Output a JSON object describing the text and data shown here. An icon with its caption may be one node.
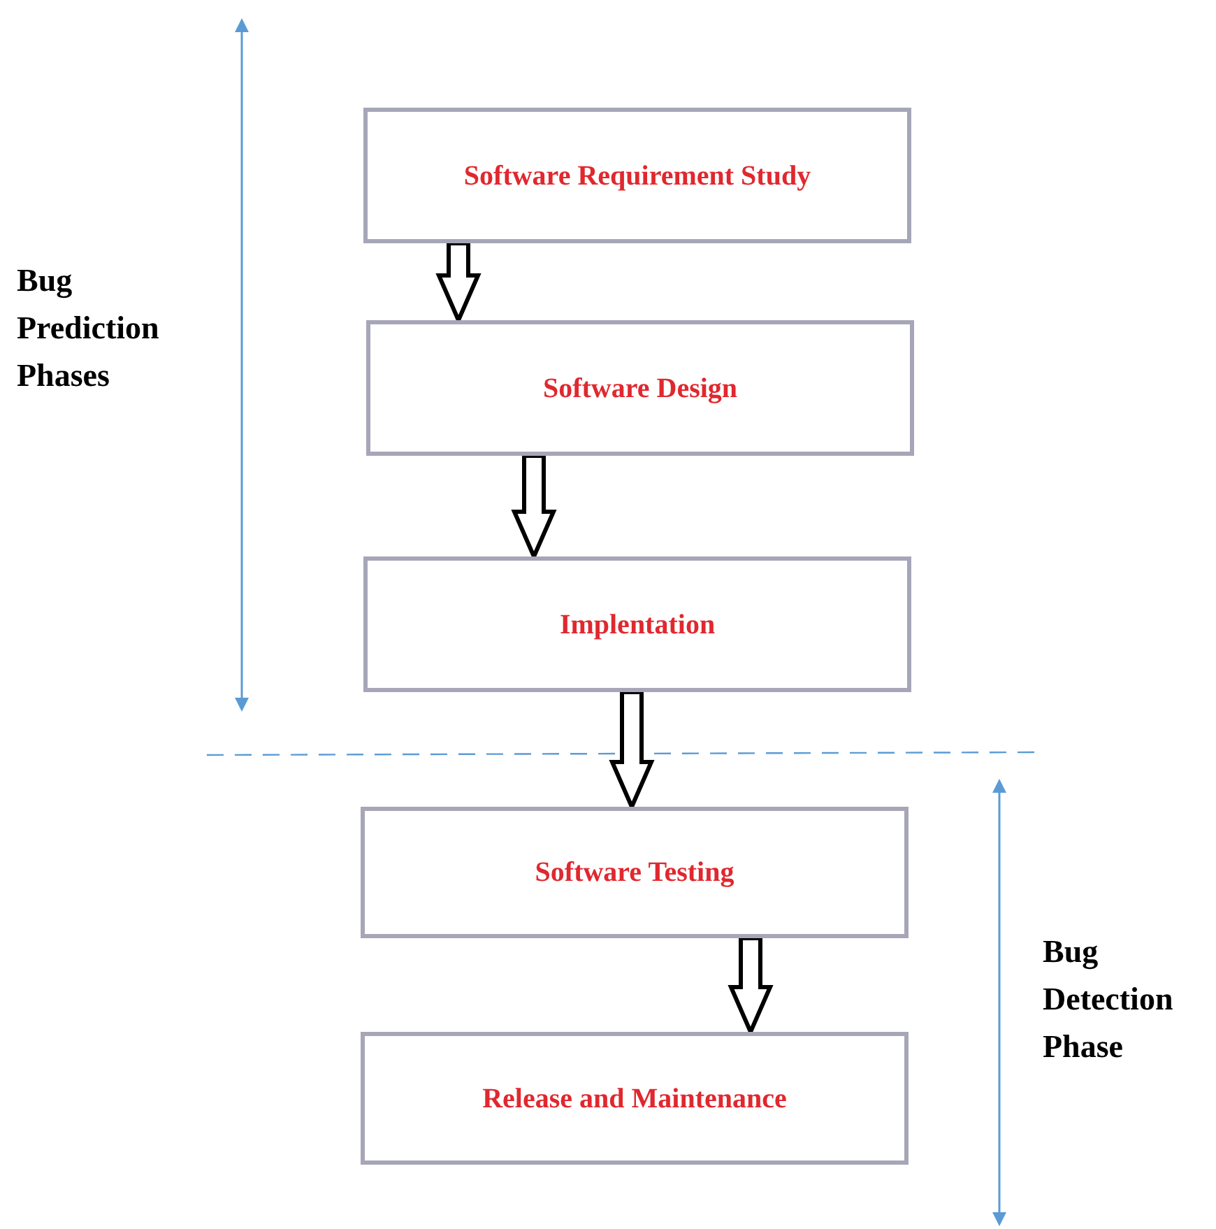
{
  "diagram": {
    "nodes": [
      {
        "text": [
          "Software Requirement Study"
        ]
      },
      {
        "text": [
          "Software Design"
        ]
      },
      {
        "text": [
          "Implentation"
        ]
      },
      {
        "text": [
          "Software Testing"
        ]
      },
      {
        "text": [
          "Release and Maintenance"
        ]
      }
    ],
    "edges": [
      {
        "from": 0,
        "to": 1,
        "arrow": "to"
      },
      {
        "from": 1,
        "to": 2,
        "arrow": "to"
      },
      {
        "from": 2,
        "to": 3,
        "arrow": "to"
      },
      {
        "from": 3,
        "to": 4,
        "arrow": "to"
      }
    ],
    "labels": [
      "Bug Prediction Phases",
      "Bug Detection Phase"
    ]
  }
}
